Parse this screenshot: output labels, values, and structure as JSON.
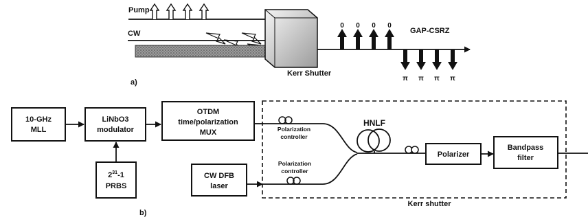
{
  "part_a": {
    "panel_label": "a)",
    "pump_label": "Pump",
    "cw_label": "CW",
    "shutter_label": "Kerr Shutter",
    "output_label": "GAP-CSRZ",
    "phase_top": [
      "0",
      "0",
      "0",
      "0"
    ],
    "phase_bottom": [
      "π",
      "π",
      "π",
      "π"
    ]
  },
  "part_b": {
    "panel_label": "b)",
    "mll": [
      "10-GHz",
      "MLL"
    ],
    "modulator": [
      "LiNbO3",
      "modulator"
    ],
    "prbs_top": "2",
    "prbs_sup": "31",
    "prbs_top_rest": "-1",
    "prbs_bottom": "PRBS",
    "otdm": [
      "OTDM",
      "time/polarization",
      "MUX"
    ],
    "cw_dfb": [
      "CW DFB",
      "laser"
    ],
    "pc_top": [
      "Polarization",
      "controller"
    ],
    "pc_bottom": [
      "Polarization",
      "controller"
    ],
    "hnlf": "HNLF",
    "polarizer": "Polarizer",
    "bandpass": [
      "Bandpass",
      "filter"
    ],
    "kerr_label": "Kerr shutter"
  }
}
